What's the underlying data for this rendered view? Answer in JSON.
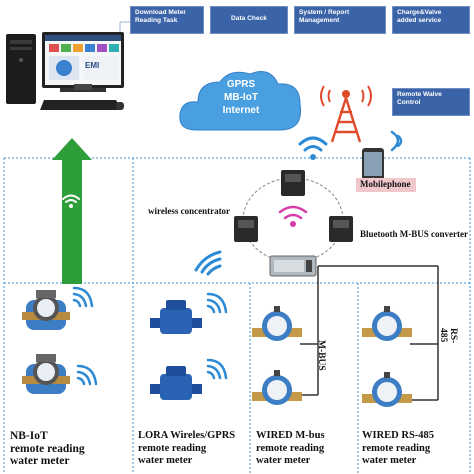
{
  "header_boxes": [
    {
      "line1": "Download Meter",
      "line2": "Reading Task"
    },
    {
      "line1": "Data Check",
      "line2": ""
    },
    {
      "line1": "System / Report",
      "line2": "Management"
    },
    {
      "line1": "Charge&Valve",
      "line2": "added service"
    }
  ],
  "remote_valve": {
    "line1": "Remote Walve",
    "line2": "Control"
  },
  "cloud": {
    "line1": "GPRS",
    "line2": "MB-IoT",
    "line3": "Internet"
  },
  "monitor_logo": "EMI",
  "mobilephone_label": "Mobilephone",
  "wireless_concentrator_label": "wireless concentrator",
  "bluetooth_label": "Bluetooth M-BUS converter",
  "mbus_vertical": "M-BUS",
  "rs485_vertical": "RS-485",
  "bottom_labels": [
    {
      "line1": "NB-IoT",
      "line2": "remote reading",
      "line3": "water meter"
    },
    {
      "line1": "LORA Wireles/GPRS",
      "line2": "remote reading",
      "line3": "water meter"
    },
    {
      "line1": "WIRED M-bus",
      "line2": "remote reading",
      "line3": "water meter"
    },
    {
      "line1": "WIRED RS-485",
      "line2": "remote reading",
      "line3": "water meter"
    }
  ],
  "colors": {
    "header_blue": "#3a63a8",
    "cloud_blue": "#4a9fe0",
    "arrow_green": "#2e9e3a",
    "wifi_blue": "#2d8bd6",
    "wifi_pink": "#d43aa8"
  }
}
